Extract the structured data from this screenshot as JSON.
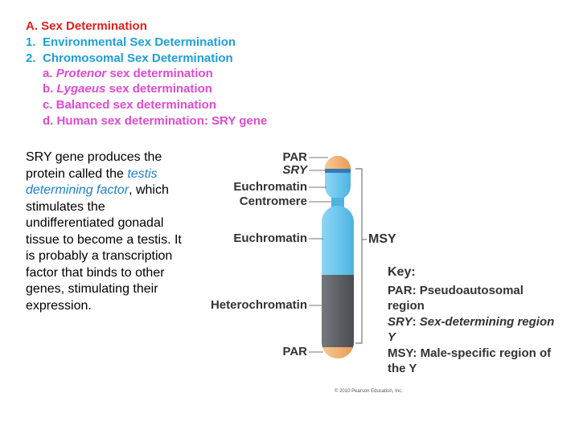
{
  "outline": {
    "heading": "A. Sex Determination",
    "items": [
      {
        "num": "1.",
        "text": "Environmental Sex Determination"
      },
      {
        "num": "2.",
        "text": "Chromosomal Sex Determination"
      }
    ],
    "subitems": [
      {
        "prefix": "a. ",
        "italic": "Protenor",
        "suffix": " sex determination"
      },
      {
        "prefix": "b. ",
        "italic": "Lygaeus",
        "suffix": " sex determination"
      },
      {
        "prefix": "c. Balanced sex determination",
        "italic": "",
        "suffix": ""
      },
      {
        "prefix": "d. Human sex determination: SRY gene",
        "italic": "",
        "suffix": ""
      }
    ]
  },
  "body": {
    "part1": "SRY gene produces the protein called the ",
    "term": "testis determining factor",
    "part2": ", which stimulates the undifferentiated gonadal tissue to become a testis.  It is probably a transcription factor that binds to other genes, stimulating their expression."
  },
  "figure": {
    "labels": {
      "par_top": "PAR",
      "sry": "SRY",
      "euchromatin_top": "Euchromatin",
      "centromere": "Centromere",
      "euchromatin_mid": "Euchromatin",
      "heterochromatin": "Heterochromatin",
      "par_bottom": "PAR",
      "msy": "MSY"
    },
    "key": {
      "title": "Key:",
      "par_abbr": "PAR",
      "par_def": ": Pseudoautosomal region",
      "sry_abbr": "SRY",
      "sry_def": "Sex-determining region Y",
      "msy_abbr": "MSY",
      "msy_def": ": Male-specific region of the Y"
    },
    "copyright": "© 2010 Pearson Education, Inc.",
    "colors": {
      "par": "#f2b274",
      "euchromatin": "#6cc6ee",
      "sry_band": "#3577b8",
      "heterochromatin": "#5e6166"
    }
  }
}
